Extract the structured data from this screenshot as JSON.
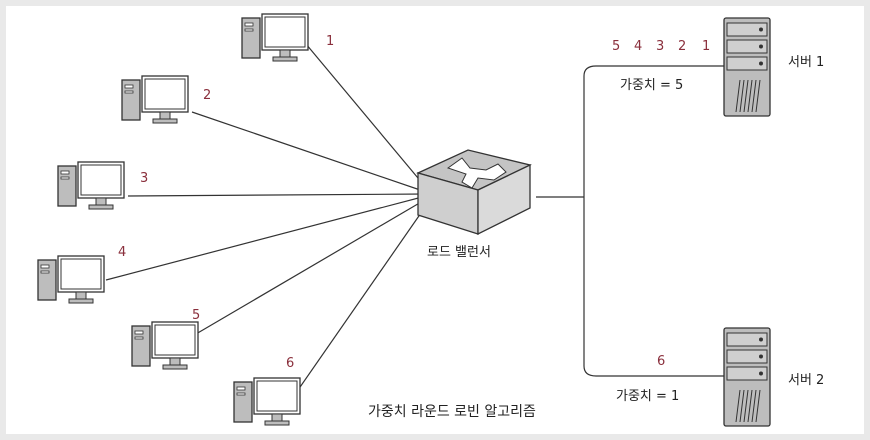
{
  "clients": [
    {
      "label": "1"
    },
    {
      "label": "2"
    },
    {
      "label": "3"
    },
    {
      "label": "4"
    },
    {
      "label": "5"
    },
    {
      "label": "6"
    }
  ],
  "load_balancer": {
    "label": "로드 밸런서"
  },
  "servers": [
    {
      "name": "서버 1",
      "weight_label": "가중치 = 5",
      "queue": [
        "5",
        "4",
        "3",
        "2",
        "1"
      ]
    },
    {
      "name": "서버 2",
      "weight_label": "가중치 = 1",
      "queue": [
        "6"
      ]
    }
  ],
  "caption": "가중치 라운드 로빈 알고리즘",
  "colors": {
    "accent": "#8a2f3c",
    "device_gray": "#bdbdbd",
    "line": "#333333"
  }
}
